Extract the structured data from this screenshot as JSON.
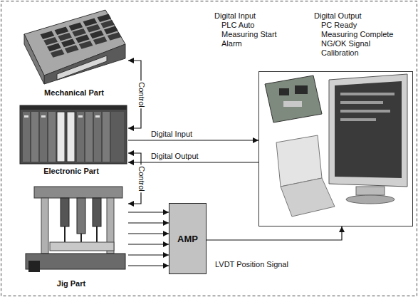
{
  "diagram": {
    "nodes": [
      {
        "text": [
          "Mechanical Part"
        ]
      },
      {
        "text": [
          "Electronic Part"
        ]
      },
      {
        "text": [
          "Jig Part"
        ]
      },
      {
        "text": [
          "AMP"
        ]
      },
      {
        "text": [
          "Digital Input",
          "PLC Auto",
          "Measuring Start",
          "Alarm",
          "Digital Output",
          "PC Ready",
          "Measuring Complete",
          "NG/OK Signal",
          "Calibration"
        ]
      }
    ],
    "edges": [
      {
        "from": 1,
        "to": 0,
        "label": "Control",
        "arrow": "both"
      },
      {
        "from": 1,
        "to": 2,
        "label": "Control",
        "arrow": "both"
      },
      {
        "from": 1,
        "to": 4,
        "label": "Digital Input",
        "arrow": "to"
      },
      {
        "from": 4,
        "to": 1,
        "label": "Digital Output",
        "arrow": "to"
      },
      {
        "from": 2,
        "to": 3,
        "arrow": "to"
      },
      {
        "from": 2,
        "to": 3,
        "arrow": "to"
      },
      {
        "from": 2,
        "to": 3,
        "arrow": "to"
      },
      {
        "from": 2,
        "to": 3,
        "arrow": "to"
      },
      {
        "from": 2,
        "to": 3,
        "arrow": "to"
      },
      {
        "from": 2,
        "to": 3,
        "arrow": "to"
      },
      {
        "from": 3,
        "to": 4,
        "label": "LVDT Position Signal",
        "arrow": "to"
      }
    ]
  }
}
